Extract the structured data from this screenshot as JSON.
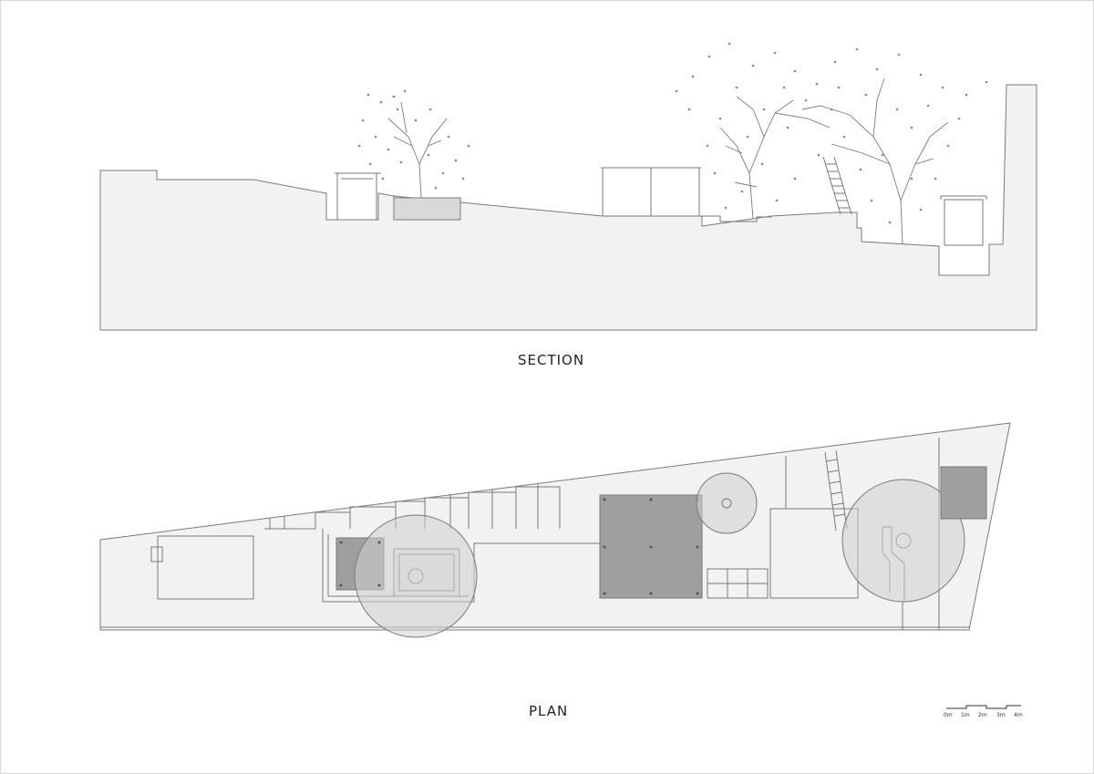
{
  "section": {
    "label": "SECTION"
  },
  "plan": {
    "label": "PLAN"
  },
  "scale_bar": {
    "labels": [
      "0m",
      "1m",
      "2m",
      "3m",
      "4m"
    ]
  },
  "colors": {
    "ground_fill": "#f2f2f2",
    "line": "#7a7a7a",
    "dark_fill": "#9f9f9f",
    "mid_fill": "#d9d9d9",
    "canopy_fill": "#cfcfcf"
  }
}
